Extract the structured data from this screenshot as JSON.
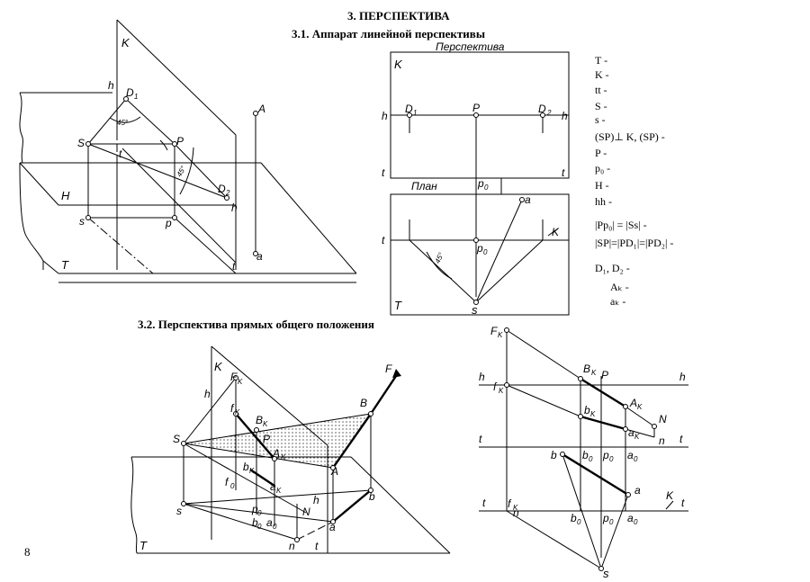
{
  "headings": {
    "title": "3. ПЕРСПЕКТИВА",
    "section_1": "3.1. Аппарат линейной перспективы",
    "section_2": "3.2. Перспектива прямых общего положения"
  },
  "page_number": "8",
  "legend": [
    "T -",
    "K -",
    "tt -",
    "S -",
    "s -",
    "(SP)⊥ K, (SP) -",
    "P -",
    "p₀ -",
    "H -",
    "hh -",
    "|Pp₀| = |Ss| -",
    "|SP|=|PD₁|=|PD₂| -",
    "D₁, D₂ -",
    "Aₖ -",
    "aₖ -"
  ],
  "fig1": {
    "labels": [
      "K",
      "h",
      "D",
      "1",
      "45°",
      "A",
      "S",
      "P",
      "t",
      "45°",
      "D",
      "2",
      "H",
      "h",
      "s",
      "p",
      "a",
      "T",
      "t"
    ]
  },
  "fig2": {
    "caption_top": "Перспектива",
    "caption_plan": "План",
    "labels": [
      "K",
      "h",
      "D",
      "1",
      "P",
      "D",
      "2",
      "h",
      "t",
      "t",
      "p",
      "0",
      "a",
      "t",
      "K",
      "45°",
      "p",
      "0",
      "T",
      "s"
    ]
  },
  "fig3": {
    "labels": [
      "K",
      "F",
      "K",
      "h",
      "f",
      "K",
      "B",
      "K",
      "P",
      "S",
      "A",
      "K",
      "b",
      "K",
      "f",
      "0",
      "a",
      "K",
      "A",
      "h",
      "B",
      "F",
      "b",
      "s",
      "p",
      "0",
      "N",
      "b",
      "0",
      "a",
      "0",
      "a",
      "T",
      "n",
      "t"
    ]
  },
  "fig4": {
    "labels": [
      "F",
      "K",
      "h",
      "f",
      "K",
      "B",
      "K",
      "P",
      "h",
      "A",
      "K",
      "b",
      "K",
      "N",
      "a",
      "K",
      "t",
      "b",
      "0",
      "p",
      "0",
      "a",
      "0",
      "n",
      "t",
      "b",
      "a",
      "t",
      "f",
      "K",
      "n",
      "b",
      "0",
      "p",
      "0",
      "a",
      "0",
      "K",
      "t",
      "s"
    ]
  }
}
